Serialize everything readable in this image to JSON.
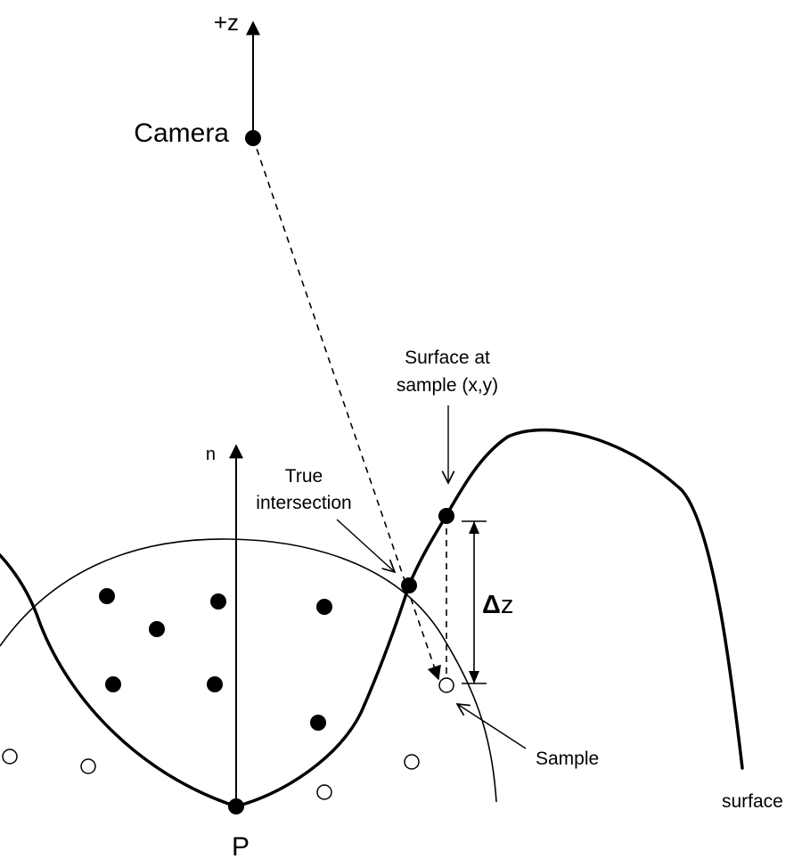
{
  "labels": {
    "z_axis": "+z",
    "camera": "Camera",
    "normal": "n",
    "true_intersection_line1": "True",
    "true_intersection_line2": "intersection",
    "surface_at_line1": "Surface at",
    "surface_at_line2": "sample (x,y)",
    "delta": "Δ",
    "delta_z": "z",
    "sample": "Sample",
    "surface": "surface",
    "point_p": "P"
  },
  "colors": {
    "ink": "#000000",
    "background": "#ffffff"
  }
}
